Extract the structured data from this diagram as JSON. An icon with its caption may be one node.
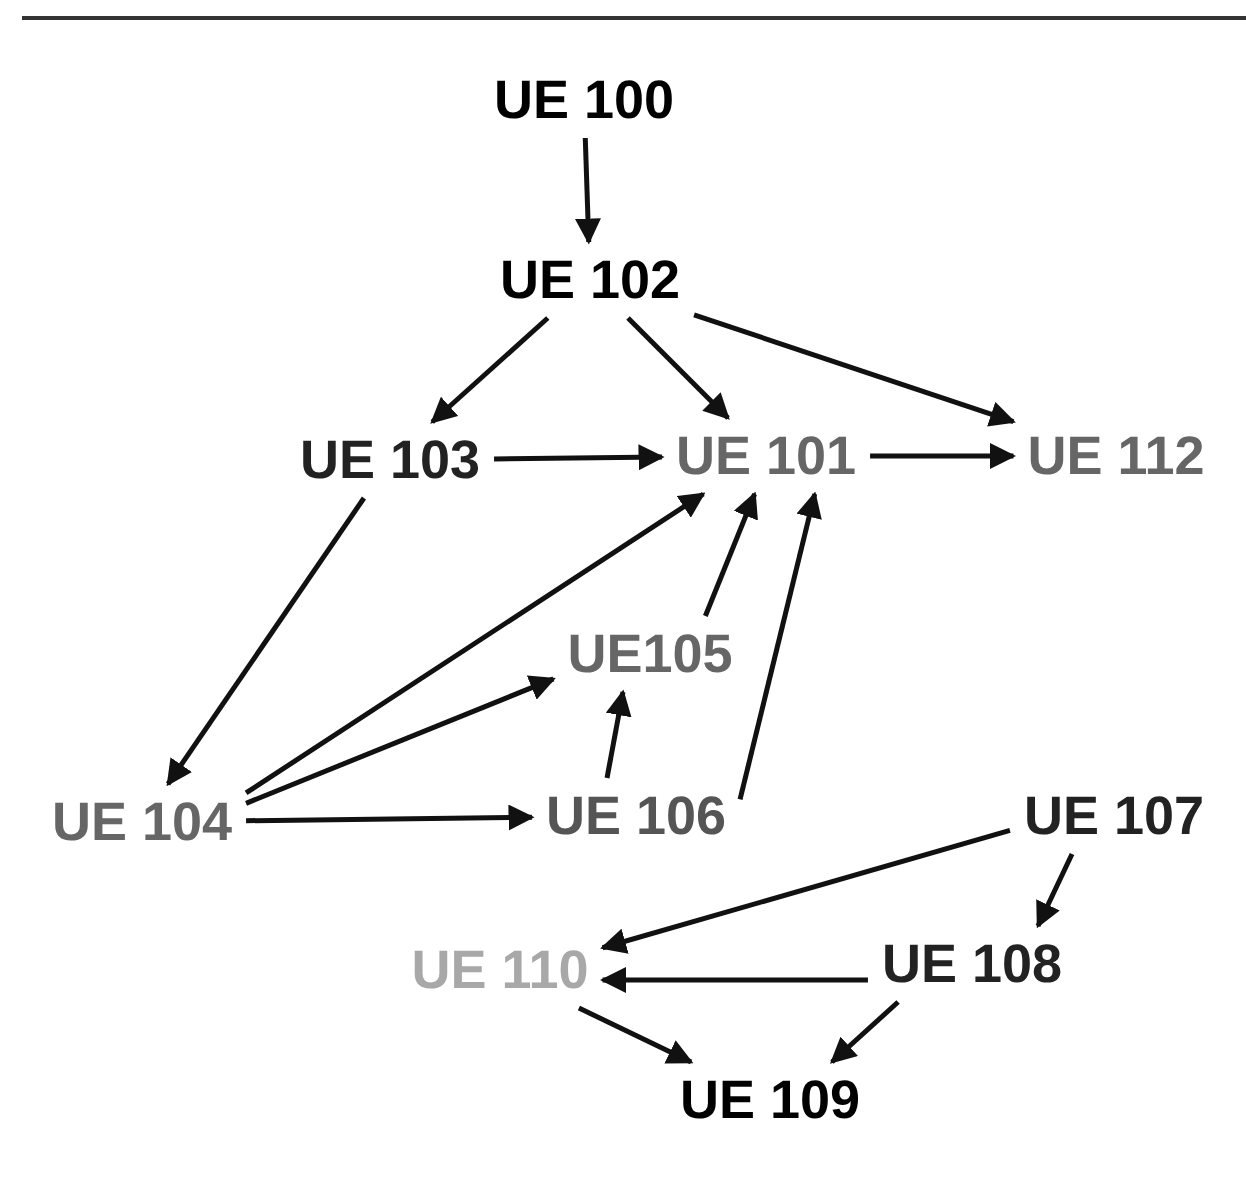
{
  "diagram": {
    "nodes": [
      {
        "text": [
          "UE 100"
        ]
      },
      {
        "text": [
          "UE 102"
        ]
      },
      {
        "text": [
          "UE 103"
        ]
      },
      {
        "text": [
          "UE 101"
        ]
      },
      {
        "text": [
          "UE 112"
        ]
      },
      {
        "text": [
          "UE105"
        ]
      },
      {
        "text": [
          "UE 104"
        ]
      },
      {
        "text": [
          "UE 106"
        ]
      },
      {
        "text": [
          "UE 107"
        ]
      },
      {
        "text": [
          "UE 110"
        ]
      },
      {
        "text": [
          "UE 108"
        ]
      },
      {
        "text": [
          "UE 109"
        ]
      }
    ],
    "edges": [
      {
        "from": 0,
        "to": 1,
        "arrow": "to"
      },
      {
        "from": 1,
        "to": 2,
        "arrow": "to"
      },
      {
        "from": 1,
        "to": 3,
        "arrow": "to"
      },
      {
        "from": 1,
        "to": 4,
        "arrow": "to"
      },
      {
        "from": 2,
        "to": 3,
        "arrow": "to"
      },
      {
        "from": 3,
        "to": 4,
        "arrow": "to"
      },
      {
        "from": 2,
        "to": 6,
        "arrow": "to"
      },
      {
        "from": 6,
        "to": 3,
        "arrow": "to"
      },
      {
        "from": 6,
        "to": 5,
        "arrow": "to"
      },
      {
        "from": 7,
        "to": 5,
        "arrow": "to"
      },
      {
        "from": 5,
        "to": 3,
        "arrow": "to"
      },
      {
        "from": 7,
        "to": 3,
        "arrow": "to"
      },
      {
        "from": 6,
        "to": 7,
        "arrow": "to"
      },
      {
        "from": 8,
        "to": 10,
        "arrow": "to"
      },
      {
        "from": 8,
        "to": 9,
        "arrow": "to"
      },
      {
        "from": 10,
        "to": 9,
        "arrow": "to"
      },
      {
        "from": 10,
        "to": 11,
        "arrow": "to"
      },
      {
        "from": 9,
        "to": 11,
        "arrow": "to"
      }
    ]
  }
}
